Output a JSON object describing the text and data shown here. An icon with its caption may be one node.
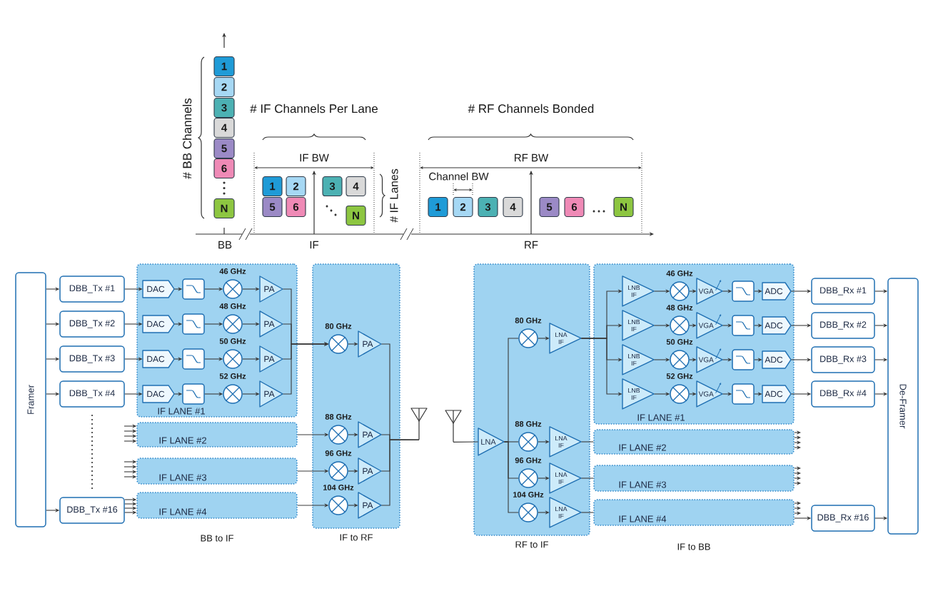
{
  "diagram": {
    "nodes": [
      {
        "text": [
          "1"
        ]
      },
      {
        "text": [
          "2"
        ]
      },
      {
        "text": [
          "3"
        ]
      },
      {
        "text": [
          "4"
        ]
      },
      {
        "text": [
          "5"
        ]
      },
      {
        "text": [
          "6"
        ]
      },
      {
        "text": [
          "N"
        ]
      },
      {
        "text": [
          "1"
        ]
      },
      {
        "text": [
          "2"
        ]
      },
      {
        "text": [
          "3"
        ]
      },
      {
        "text": [
          "4"
        ]
      },
      {
        "text": [
          "5"
        ]
      },
      {
        "text": [
          "6"
        ]
      },
      {
        "text": [
          "N"
        ]
      },
      {
        "text": [
          "1"
        ]
      },
      {
        "text": [
          "2"
        ]
      },
      {
        "text": [
          "3"
        ]
      },
      {
        "text": [
          "4"
        ]
      },
      {
        "text": [
          "5"
        ]
      },
      {
        "text": [
          "6"
        ]
      },
      {
        "text": [
          "N"
        ]
      },
      {
        "text": [
          "Framer"
        ]
      },
      {
        "text": [
          "DBB_Tx #1"
        ]
      },
      {
        "text": [
          "DBB_Tx #2"
        ]
      },
      {
        "text": [
          "DBB_Tx #3"
        ]
      },
      {
        "text": [
          "DBB_Tx #4"
        ]
      },
      {
        "text": [
          "DBB_Tx #16"
        ]
      },
      {
        "text": [
          "IF LANE #1"
        ]
      },
      {
        "text": [
          "DAC"
        ],
        "in": 27
      },
      {
        "text": [],
        "shape": "box",
        "in": 27
      },
      {
        "text": [],
        "shape": "circle",
        "beside": [
          "46 GHz"
        ],
        "in": 27
      },
      {
        "text": [
          "PA"
        ],
        "in": 27
      },
      {
        "text": [
          "DAC"
        ],
        "in": 27
      },
      {
        "text": [],
        "shape": "box",
        "in": 27
      },
      {
        "text": [],
        "shape": "circle",
        "beside": [
          "48 GHz"
        ],
        "in": 27
      },
      {
        "text": [
          "PA"
        ],
        "in": 27
      },
      {
        "text": [
          "DAC"
        ],
        "in": 27
      },
      {
        "text": [],
        "shape": "box",
        "in": 27
      },
      {
        "text": [],
        "shape": "circle",
        "beside": [
          "50 GHz"
        ],
        "in": 27
      },
      {
        "text": [
          "PA"
        ],
        "in": 27
      },
      {
        "text": [
          "DAC"
        ],
        "in": 27
      },
      {
        "text": [],
        "shape": "box",
        "in": 27
      },
      {
        "text": [],
        "shape": "circle",
        "beside": [
          "52 GHz"
        ],
        "in": 27
      },
      {
        "text": [
          "PA"
        ],
        "in": 27
      },
      {
        "text": [
          "IF LANE #2"
        ]
      },
      {
        "text": [
          "IF LANE #3"
        ]
      },
      {
        "text": [
          "IF LANE #4"
        ]
      },
      {
        "text": [
          "IF to RF"
        ]
      },
      {
        "text": [],
        "shape": "circle",
        "beside": [
          "80 GHz"
        ],
        "in": 47
      },
      {
        "text": [
          "PA"
        ],
        "in": 47
      },
      {
        "text": [],
        "shape": "circle",
        "beside": [
          "88 GHz"
        ],
        "in": 47
      },
      {
        "text": [
          "PA"
        ],
        "in": 47
      },
      {
        "text": [],
        "shape": "circle",
        "beside": [
          "96 GHz"
        ],
        "in": 47
      },
      {
        "text": [
          "PA"
        ],
        "in": 47
      },
      {
        "text": [],
        "shape": "circle",
        "beside": [
          "104 GHz"
        ],
        "in": 47
      },
      {
        "text": [
          "PA"
        ],
        "in": 47
      },
      {
        "text": [],
        "shape": "antenna"
      },
      {
        "text": [],
        "shape": "antenna"
      },
      {
        "text": [
          "RF to IF"
        ]
      },
      {
        "text": [
          "LNA"
        ],
        "in": 58
      },
      {
        "text": [],
        "shape": "circle",
        "beside": [
          "80 GHz"
        ],
        "in": 58
      },
      {
        "text": [
          "LNA IF"
        ],
        "in": 58
      },
      {
        "text": [],
        "shape": "circle",
        "beside": [
          "88 GHz"
        ],
        "in": 58
      },
      {
        "text": [
          "LNA IF"
        ],
        "in": 58
      },
      {
        "text": [],
        "shape": "circle",
        "beside": [
          "96 GHz"
        ],
        "in": 58
      },
      {
        "text": [
          "LNA IF"
        ],
        "in": 58
      },
      {
        "text": [],
        "shape": "circle",
        "beside": [
          "104 GHz"
        ],
        "in": 58
      },
      {
        "text": [
          "LNA IF"
        ],
        "in": 58
      },
      {
        "text": [
          "IF LANE #1"
        ]
      },
      {
        "text": [
          "LNB IF"
        ],
        "in": 68
      },
      {
        "text": [],
        "shape": "circle",
        "beside": [
          "46 GHz"
        ],
        "in": 68
      },
      {
        "text": [
          "VGA"
        ],
        "in": 68
      },
      {
        "text": [],
        "shape": "box",
        "in": 68
      },
      {
        "text": [
          "ADC"
        ],
        "in": 68
      },
      {
        "text": [
          "LNB IF"
        ],
        "in": 68
      },
      {
        "text": [],
        "shape": "circle",
        "beside": [
          "48 GHz"
        ],
        "in": 68
      },
      {
        "text": [
          "VGA"
        ],
        "in": 68
      },
      {
        "text": [],
        "shape": "box",
        "in": 68
      },
      {
        "text": [
          "ADC"
        ],
        "in": 68
      },
      {
        "text": [
          "LNB IF"
        ],
        "in": 68
      },
      {
        "text": [],
        "shape": "circle",
        "beside": [
          "50 GHz"
        ],
        "in": 68
      },
      {
        "text": [
          "VGA"
        ],
        "in": 68
      },
      {
        "text": [],
        "shape": "box",
        "in": 68
      },
      {
        "text": [
          "ADC"
        ],
        "in": 68
      },
      {
        "text": [
          "LNB IF"
        ],
        "in": 68
      },
      {
        "text": [],
        "shape": "circle",
        "beside": [
          "52 GHz"
        ],
        "in": 68
      },
      {
        "text": [
          "VGA"
        ],
        "in": 68
      },
      {
        "text": [],
        "shape": "box",
        "in": 68
      },
      {
        "text": [
          "ADC"
        ],
        "in": 68
      },
      {
        "text": [
          "IF LANE #2"
        ]
      },
      {
        "text": [
          "IF LANE #3"
        ]
      },
      {
        "text": [
          "IF LANE #4"
        ]
      },
      {
        "text": [
          "DBB_Rx #1"
        ]
      },
      {
        "text": [
          "DBB_Rx #2"
        ]
      },
      {
        "text": [
          "DBB_Rx #3"
        ]
      },
      {
        "text": [
          "DBB_Rx #4"
        ]
      },
      {
        "text": [
          "DBB_Rx #16"
        ]
      },
      {
        "text": [
          "De-Framer"
        ]
      }
    ],
    "edges": [
      {
        "from": 21,
        "to": 22,
        "arrow": "to"
      },
      {
        "from": 21,
        "to": 23,
        "arrow": "to"
      },
      {
        "from": 21,
        "to": 24,
        "arrow": "to"
      },
      {
        "from": 21,
        "to": 25,
        "arrow": "to"
      },
      {
        "from": 21,
        "to": 26,
        "arrow": "to"
      },
      {
        "from": 22,
        "to": 28,
        "arrow": "to"
      },
      {
        "from": 23,
        "to": 32,
        "arrow": "to"
      },
      {
        "from": 24,
        "to": 36,
        "arrow": "to"
      },
      {
        "from": 25,
        "to": 40,
        "arrow": "to"
      },
      {
        "from": 28,
        "to": 29,
        "arrow": "to"
      },
      {
        "from": 32,
        "to": 33,
        "arrow": "to"
      },
      {
        "from": 36,
        "to": 37,
        "arrow": "to"
      },
      {
        "from": 40,
        "to": 41,
        "arrow": "to"
      },
      {
        "from": 29,
        "to": 30,
        "arrow": "to"
      },
      {
        "from": 33,
        "to": 34,
        "arrow": "to"
      },
      {
        "from": 37,
        "to": 38,
        "arrow": "to"
      },
      {
        "from": 41,
        "to": 42,
        "arrow": "to"
      },
      {
        "from": 30,
        "to": 31,
        "arrow": "to"
      },
      {
        "from": 34,
        "to": 35,
        "arrow": "to"
      },
      {
        "from": 38,
        "to": 39,
        "arrow": "to"
      },
      {
        "from": 42,
        "to": 43,
        "arrow": "to"
      },
      {
        "from": 31,
        "to": 48,
        "arrow": "to"
      },
      {
        "from": 35,
        "to": 48,
        "arrow": "to"
      },
      {
        "from": 39,
        "to": 48,
        "arrow": "to"
      },
      {
        "from": 43,
        "to": 48,
        "arrow": "to"
      },
      {
        "from": null,
        "to": 44,
        "arrow": "to"
      },
      {
        "from": null,
        "to": 44,
        "arrow": "to"
      },
      {
        "from": null,
        "to": 44,
        "arrow": "to"
      },
      {
        "from": null,
        "to": 44,
        "arrow": "to"
      },
      {
        "from": null,
        "to": 45,
        "arrow": "to"
      },
      {
        "from": null,
        "to": 45,
        "arrow": "to"
      },
      {
        "from": null,
        "to": 45,
        "arrow": "to"
      },
      {
        "from": null,
        "to": 45,
        "arrow": "to"
      },
      {
        "from": 26,
        "to": 46,
        "arrow": "to"
      },
      {
        "from": 26,
        "to": 46,
        "arrow": "to"
      },
      {
        "from": 26,
        "to": 46,
        "arrow": "to"
      },
      {
        "from": 26,
        "to": 46,
        "arrow": "to"
      },
      {
        "from": 44,
        "to": 50,
        "arrow": "to"
      },
      {
        "from": 45,
        "to": 52,
        "arrow": "to"
      },
      {
        "from": 46,
        "to": 54,
        "arrow": "to"
      },
      {
        "from": 48,
        "to": 49,
        "arrow": "to"
      },
      {
        "from": 50,
        "to": 51,
        "arrow": "to"
      },
      {
        "from": 52,
        "to": 53,
        "arrow": "to"
      },
      {
        "from": 54,
        "to": 55,
        "arrow": "to"
      },
      {
        "from": 49,
        "to": 56,
        "arrow": "none"
      },
      {
        "from": 51,
        "to": 56,
        "arrow": "none"
      },
      {
        "from": 53,
        "to": 56,
        "arrow": "none"
      },
      {
        "from": 55,
        "to": 56,
        "arrow": "none"
      },
      {
        "from": 57,
        "to": 59,
        "arrow": "none"
      },
      {
        "from": 59,
        "to": 60,
        "arrow": "none"
      },
      {
        "from": 59,
        "to": 62,
        "arrow": "none"
      },
      {
        "from": 59,
        "to": 64,
        "arrow": "none"
      },
      {
        "from": 59,
        "to": 66,
        "arrow": "none"
      },
      {
        "from": 60,
        "to": 61,
        "arrow": "to"
      },
      {
        "from": 62,
        "to": 63,
        "arrow": "to"
      },
      {
        "from": 64,
        "to": 65,
        "arrow": "to"
      },
      {
        "from": 66,
        "to": 67,
        "arrow": "to"
      },
      {
        "from": 61,
        "to": 69,
        "arrow": "to"
      },
      {
        "from": 61,
        "to": 74,
        "arrow": "to"
      },
      {
        "from": 61,
        "to": 79,
        "arrow": "to"
      },
      {
        "from": 61,
        "to": 84,
        "arrow": "to"
      },
      {
        "from": 63,
        "to": 89,
        "arrow": "none"
      },
      {
        "from": 65,
        "to": 90,
        "arrow": "none"
      },
      {
        "from": 67,
        "to": 91,
        "arrow": "none"
      },
      {
        "from": 69,
        "to": 70,
        "arrow": "to"
      },
      {
        "from": 74,
        "to": 75,
        "arrow": "to"
      },
      {
        "from": 79,
        "to": 80,
        "arrow": "to"
      },
      {
        "from": 84,
        "to": 85,
        "arrow": "to"
      },
      {
        "from": 70,
        "to": 71,
        "arrow": "to"
      },
      {
        "from": 75,
        "to": 76,
        "arrow": "to"
      },
      {
        "from": 80,
        "to": 81,
        "arrow": "to"
      },
      {
        "from": 85,
        "to": 86,
        "arrow": "to"
      },
      {
        "from": 71,
        "to": 72,
        "arrow": "to"
      },
      {
        "from": 76,
        "to": 77,
        "arrow": "to"
      },
      {
        "from": 81,
        "to": 82,
        "arrow": "to"
      },
      {
        "from": 86,
        "to": 87,
        "arrow": "to"
      },
      {
        "from": 72,
        "to": 73,
        "arrow": "to"
      },
      {
        "from": 77,
        "to": 78,
        "arrow": "to"
      },
      {
        "from": 82,
        "to": 83,
        "arrow": "to"
      },
      {
        "from": 87,
        "to": 88,
        "arrow": "to"
      },
      {
        "from": 73,
        "to": 92,
        "arrow": "to"
      },
      {
        "from": 78,
        "to": 93,
        "arrow": "to"
      },
      {
        "from": 83,
        "to": 94,
        "arrow": "to"
      },
      {
        "from": 88,
        "to": 95,
        "arrow": "to"
      },
      {
        "from": 92,
        "to": 97,
        "arrow": "to"
      },
      {
        "from": 93,
        "to": 97,
        "arrow": "to"
      },
      {
        "from": 94,
        "to": 97,
        "arrow": "to"
      },
      {
        "from": 95,
        "to": 97,
        "arrow": "to"
      },
      {
        "from": 89,
        "to": null,
        "arrow": "to"
      },
      {
        "from": 89,
        "to": null,
        "arrow": "to"
      },
      {
        "from": 89,
        "to": null,
        "arrow": "to"
      },
      {
        "from": 89,
        "to": null,
        "arrow": "to"
      },
      {
        "from": 90,
        "to": null,
        "arrow": "to"
      },
      {
        "from": 90,
        "to": null,
        "arrow": "to"
      },
      {
        "from": 90,
        "to": null,
        "arrow": "to"
      },
      {
        "from": 90,
        "to": null,
        "arrow": "to"
      },
      {
        "from": 91,
        "to": null,
        "arrow": "to"
      },
      {
        "from": 91,
        "to": null,
        "arrow": "to"
      },
      {
        "from": 91,
        "to": null,
        "arrow": "to"
      },
      {
        "from": 91,
        "to": 96,
        "arrow": "to"
      },
      {
        "from": 96,
        "to": 97,
        "arrow": "to"
      }
    ],
    "labels": [
      "# BB Channels",
      "# IF Channels Per Lane",
      "# RF Channels Bonded",
      "IF BW",
      "RF BW",
      "Channel BW",
      "# IF Lanes",
      "BB",
      "IF",
      "RF",
      "BB to IF",
      "IF to BB"
    ]
  }
}
